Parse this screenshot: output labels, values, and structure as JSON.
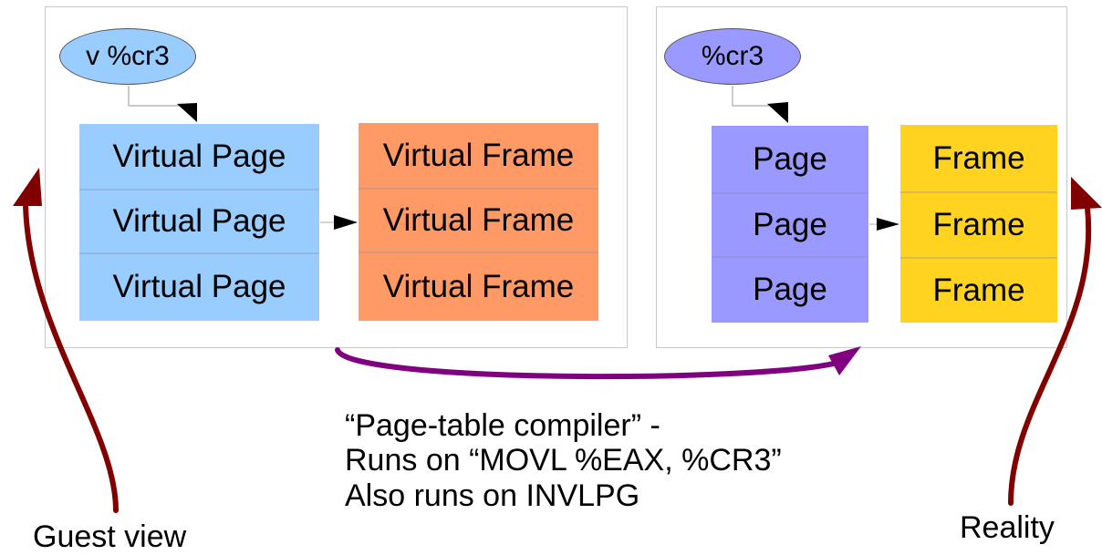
{
  "guest_panel": {
    "register_label": "v %cr3",
    "page_column": [
      "Virtual Page",
      "Virtual Page",
      "Virtual Page"
    ],
    "frame_column": [
      "Virtual Frame",
      "Virtual Frame",
      "Virtual Frame"
    ]
  },
  "real_panel": {
    "register_label": "%cr3",
    "page_column": [
      "Page",
      "Page",
      "Page"
    ],
    "frame_column": [
      "Frame",
      "Frame",
      "Frame"
    ]
  },
  "compiler_note": {
    "line1": "“Page-table compiler” -",
    "line2": "Runs on “MOVL %EAX, %CR3”",
    "line3": "Also runs on INVLPG"
  },
  "labels": {
    "guest_view": "Guest view",
    "reality": "Reality"
  },
  "colors": {
    "virtual_page": "#99ccff",
    "virtual_frame": "#ff9966",
    "page": "#9999ff",
    "frame": "#ffd320",
    "guest_ellipse": "#99ccff",
    "real_ellipse": "#9999ff",
    "compile_arrow": "#800080",
    "side_arrow": "#800000"
  }
}
